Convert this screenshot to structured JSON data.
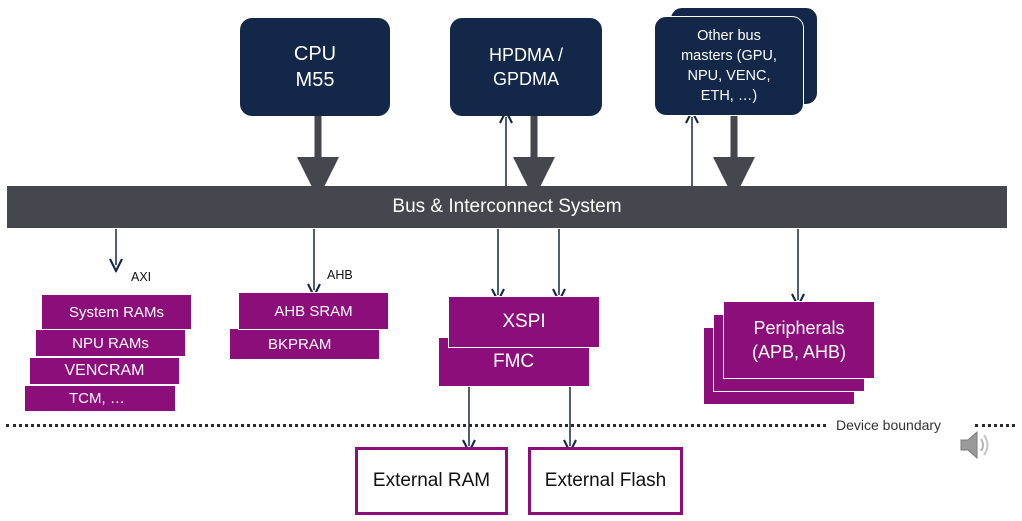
{
  "masters": {
    "cpu": [
      "CPU",
      "M55"
    ],
    "dma": [
      "HPDMA /",
      "GPDMA"
    ],
    "other": [
      "Other bus",
      "masters (GPU,",
      "NPU, VENC,",
      "ETH, …)"
    ]
  },
  "bus": {
    "label": "Bus & Interconnect System"
  },
  "links": {
    "axi": "AXI",
    "ahb": "AHB"
  },
  "rams": {
    "system": "System RAMs",
    "npu": "NPU RAMs",
    "venc": "VENCRAM",
    "tcm": "TCM, …"
  },
  "ahb_group": {
    "sram": "AHB SRAM",
    "bkp": "BKPRAM"
  },
  "mem_ctrl": {
    "xspi": "XSPI",
    "fmc": "FMC"
  },
  "peripherals": [
    "Peripherals",
    "(APB, AHB)"
  ],
  "boundary": {
    "label": "Device boundary"
  },
  "external": {
    "ram": "External RAM",
    "flash": "External Flash"
  },
  "icons": {
    "speaker": "speaker-icon"
  },
  "colors": {
    "navy": "#132848",
    "bus": "#46464e",
    "purple": "#8c0e7a"
  }
}
